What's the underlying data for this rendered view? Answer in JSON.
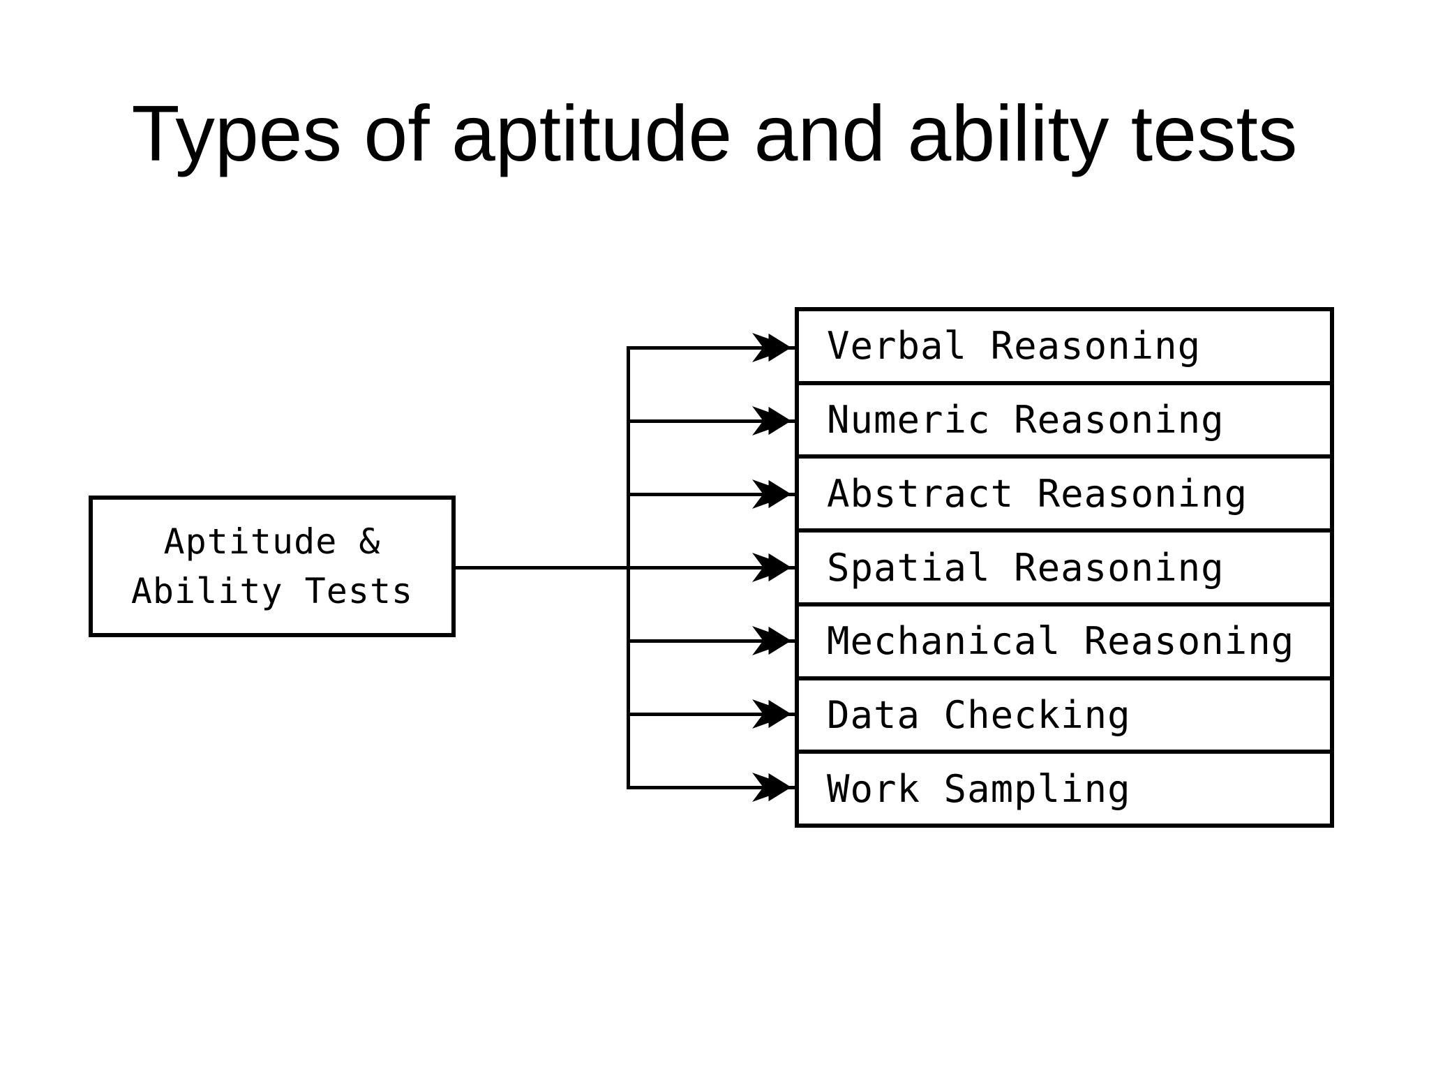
{
  "slide": {
    "title": "Types of aptitude and ability tests"
  },
  "diagram": {
    "source_box": {
      "line1": "Aptitude &",
      "line2": "Ability Tests"
    },
    "test_types": [
      "Verbal Reasoning",
      "Numeric Reasoning",
      "Abstract Reasoning",
      "Spatial Reasoning",
      "Mechanical Reasoning",
      "Data Checking",
      "Work Sampling"
    ],
    "colors": {
      "line": "#000000",
      "text": "#000000",
      "background": "#ffffff"
    }
  }
}
